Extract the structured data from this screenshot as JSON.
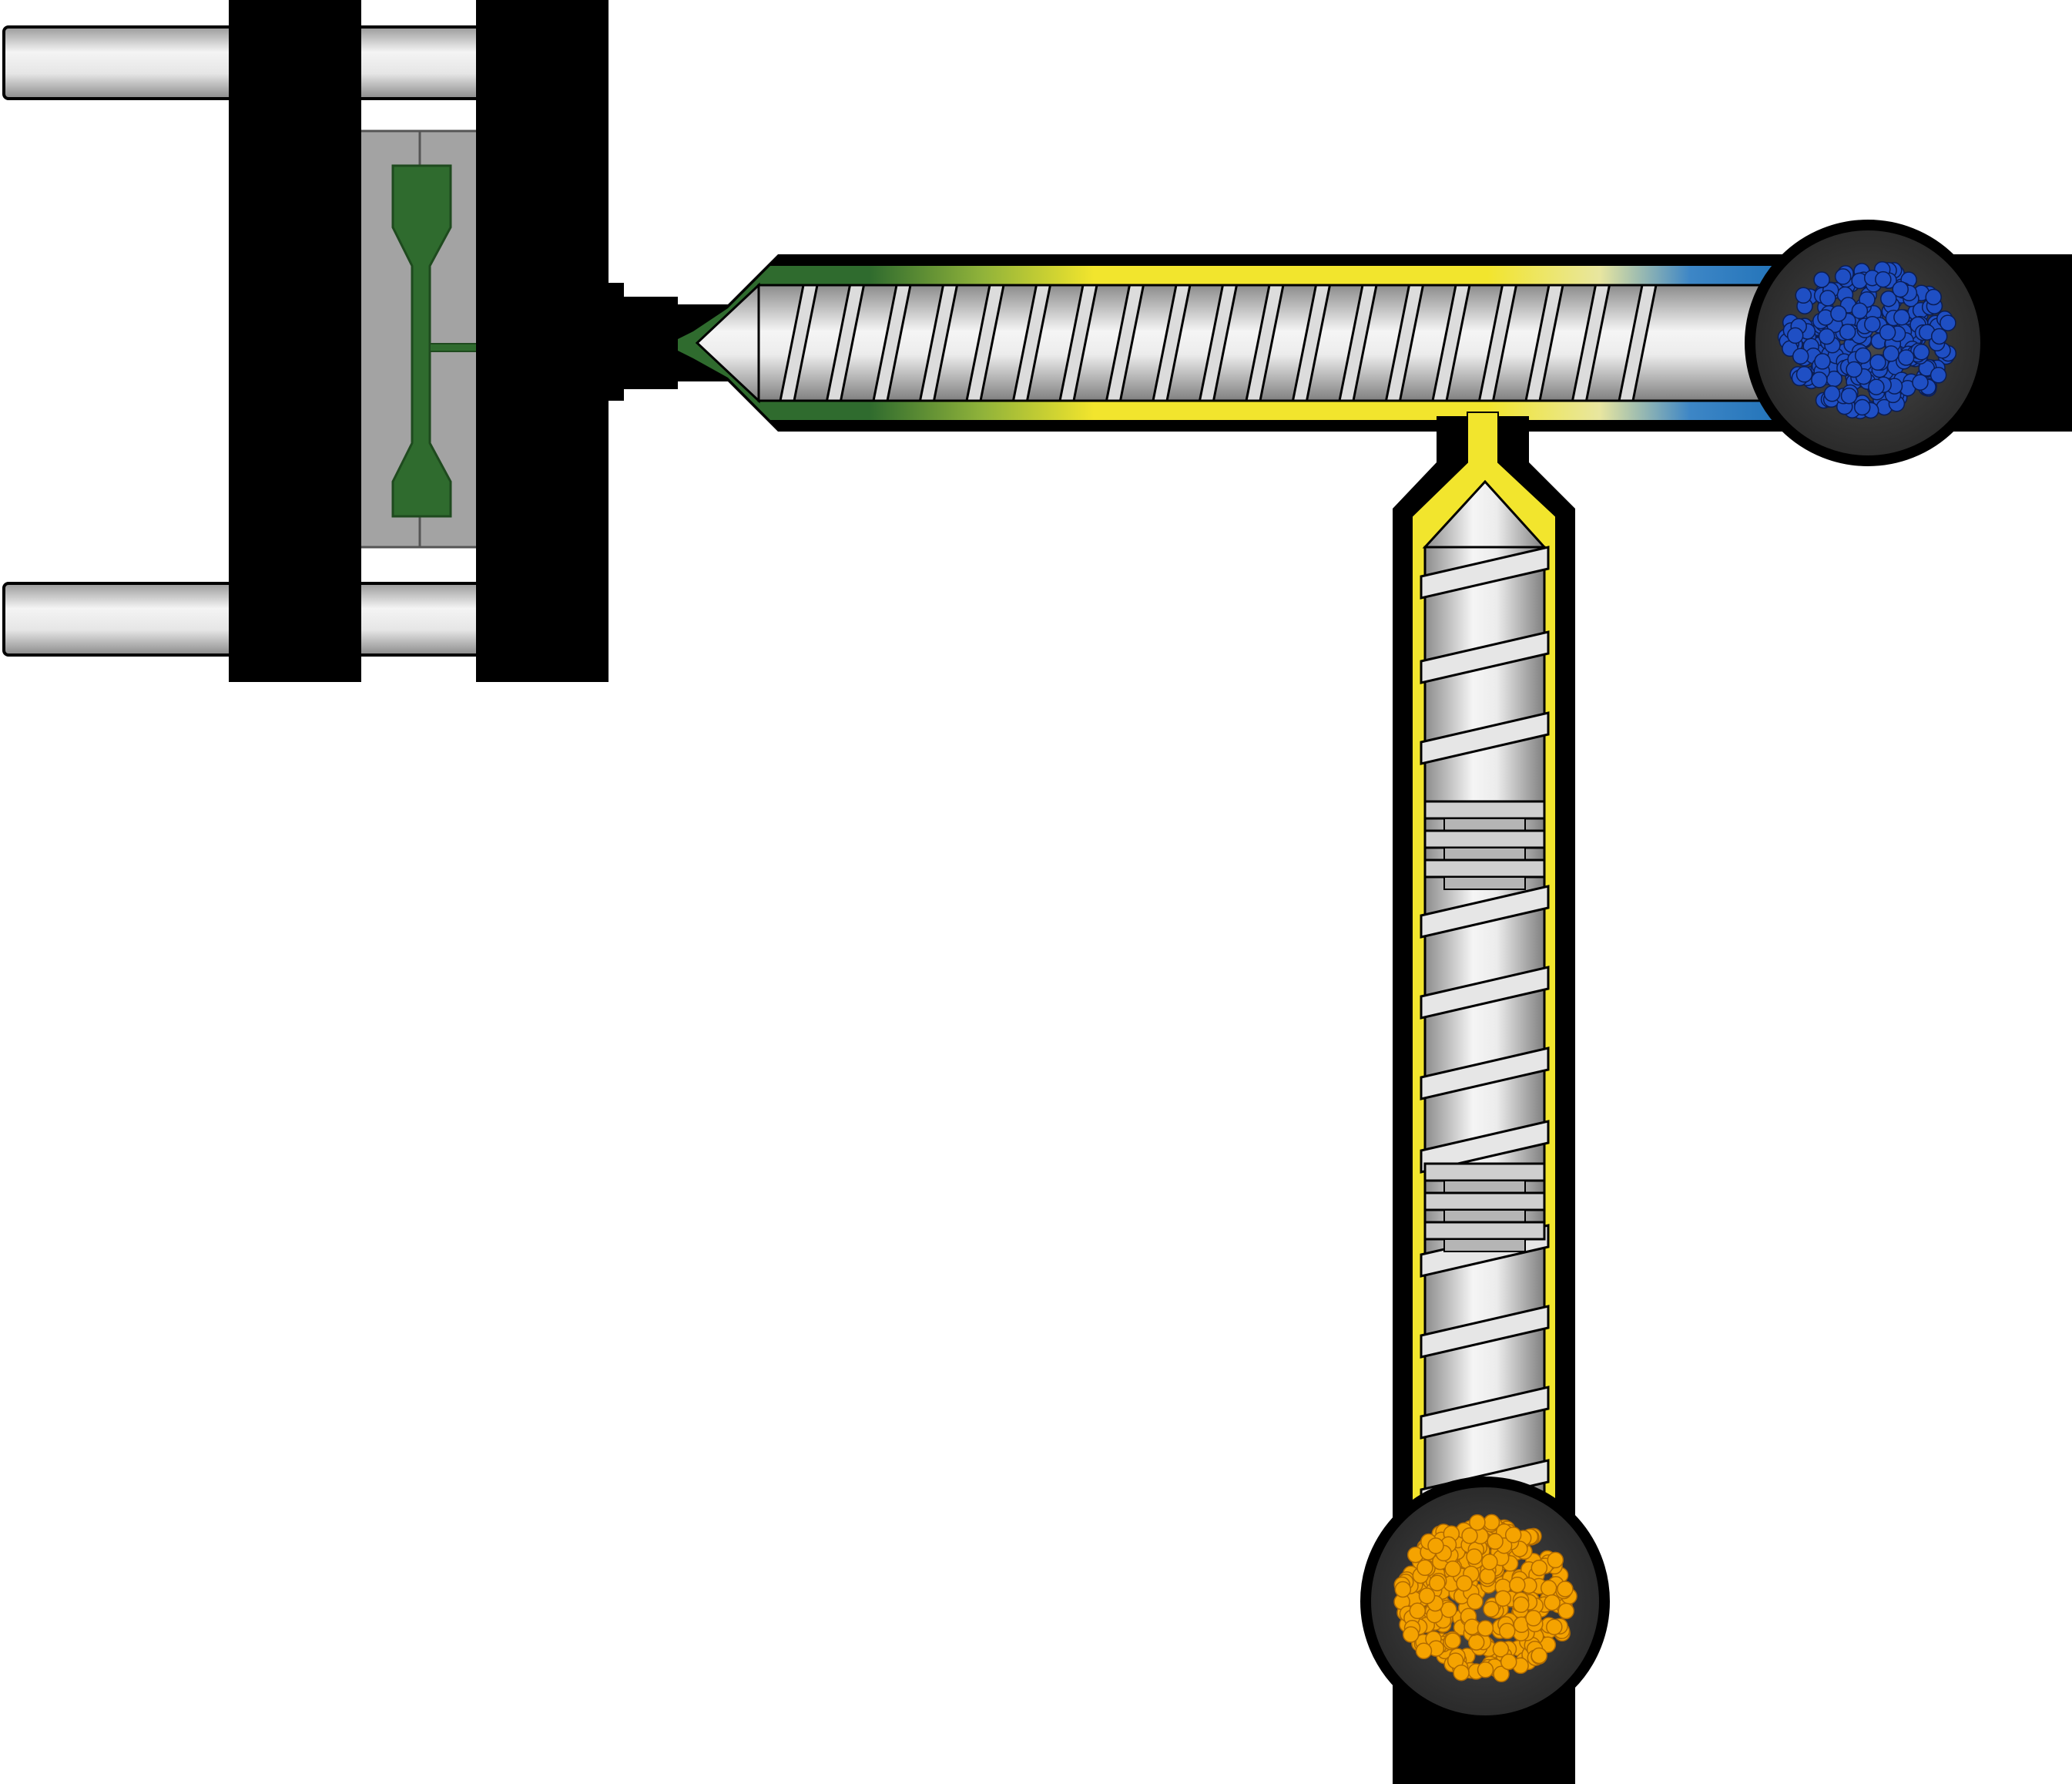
{
  "diagram": {
    "kind": "injection-molding-extruder-schematic",
    "components": {
      "horizontal_unit": "injection-screw-barrel",
      "vertical_unit": "compounding-screw-barrel",
      "mold": "tensile-specimen-mold",
      "tie_bars": 2,
      "hoppers": [
        "blue-pellet-hopper",
        "orange-pellet-hopper"
      ]
    },
    "colors": {
      "frame": "#000000",
      "screw_light": "#f2f2f2",
      "screw_dark": "#8c8c8c",
      "mold_gray": "#a3a3a3",
      "part_green": "#2f6b2e",
      "melt_yellow": "#f2e52d",
      "melt_blue": "#1c6fb6",
      "pellet_blue": "#1f4fc4",
      "pellet_orange": "#f5a300",
      "hopper_fill": "#3d3d3d"
    },
    "icons": {
      "blue_hopper": "pellet-hopper-icon",
      "orange_hopper": "pellet-hopper-icon",
      "specimen": "dogbone-specimen-icon"
    }
  }
}
